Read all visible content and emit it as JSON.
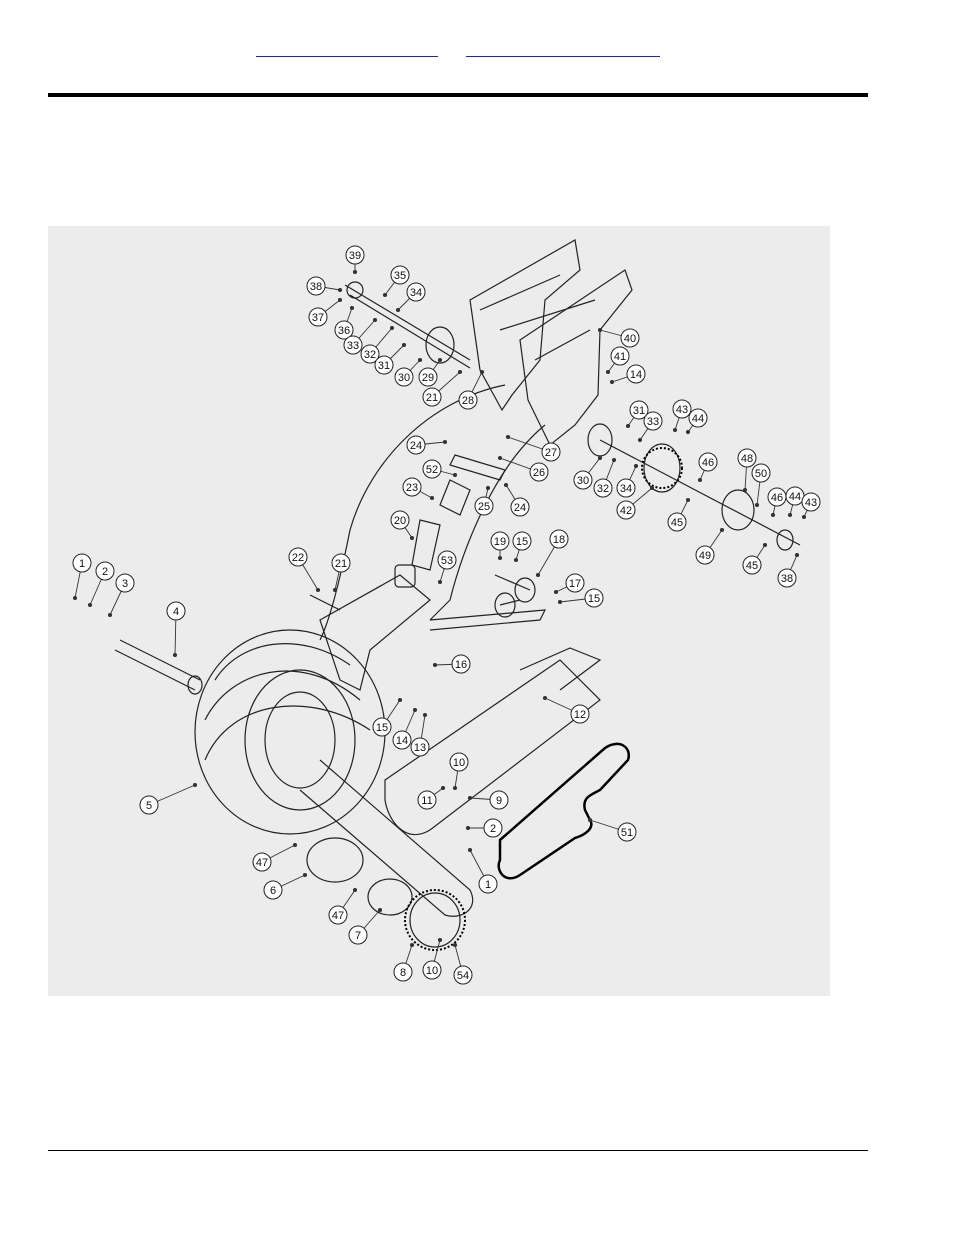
{
  "header": {
    "link_1": "",
    "link_2": ""
  },
  "diagram": {
    "callouts": [
      {
        "id": "c39",
        "label": "39"
      },
      {
        "id": "c35",
        "label": "35"
      },
      {
        "id": "c38a",
        "label": "38"
      },
      {
        "id": "c34a",
        "label": "34"
      },
      {
        "id": "c37",
        "label": "37"
      },
      {
        "id": "c36",
        "label": "36"
      },
      {
        "id": "c33a",
        "label": "33"
      },
      {
        "id": "c32a",
        "label": "32"
      },
      {
        "id": "c31a",
        "label": "31"
      },
      {
        "id": "c30a",
        "label": "30"
      },
      {
        "id": "c29",
        "label": "29"
      },
      {
        "id": "c21a",
        "label": "21"
      },
      {
        "id": "c28",
        "label": "28"
      },
      {
        "id": "c40",
        "label": "40"
      },
      {
        "id": "c41",
        "label": "41"
      },
      {
        "id": "c14a",
        "label": "14"
      },
      {
        "id": "c31b",
        "label": "31"
      },
      {
        "id": "c43a",
        "label": "43"
      },
      {
        "id": "c44a",
        "label": "44"
      },
      {
        "id": "c33b",
        "label": "33"
      },
      {
        "id": "c24a",
        "label": "24"
      },
      {
        "id": "c27",
        "label": "27"
      },
      {
        "id": "c26",
        "label": "26"
      },
      {
        "id": "c30b",
        "label": "30"
      },
      {
        "id": "c32b",
        "label": "32"
      },
      {
        "id": "c34b",
        "label": "34"
      },
      {
        "id": "c46a",
        "label": "46"
      },
      {
        "id": "c48",
        "label": "48"
      },
      {
        "id": "c50",
        "label": "50"
      },
      {
        "id": "c52",
        "label": "52"
      },
      {
        "id": "c23",
        "label": "23"
      },
      {
        "id": "c25",
        "label": "25"
      },
      {
        "id": "c24b",
        "label": "24"
      },
      {
        "id": "c42",
        "label": "42"
      },
      {
        "id": "c45a",
        "label": "45"
      },
      {
        "id": "c46b",
        "label": "46"
      },
      {
        "id": "c44b",
        "label": "44"
      },
      {
        "id": "c43b",
        "label": "43"
      },
      {
        "id": "c20",
        "label": "20"
      },
      {
        "id": "c49",
        "label": "49"
      },
      {
        "id": "c45b",
        "label": "45"
      },
      {
        "id": "c19",
        "label": "19"
      },
      {
        "id": "c15a",
        "label": "15"
      },
      {
        "id": "c18",
        "label": "18"
      },
      {
        "id": "c22",
        "label": "22"
      },
      {
        "id": "c21b",
        "label": "21"
      },
      {
        "id": "c53",
        "label": "53"
      },
      {
        "id": "c38b",
        "label": "38"
      },
      {
        "id": "c17",
        "label": "17"
      },
      {
        "id": "c1a",
        "label": "1"
      },
      {
        "id": "c2a",
        "label": "2"
      },
      {
        "id": "c3",
        "label": "3"
      },
      {
        "id": "c15b",
        "label": "15"
      },
      {
        "id": "c4",
        "label": "4"
      },
      {
        "id": "c16",
        "label": "16"
      },
      {
        "id": "c12",
        "label": "12"
      },
      {
        "id": "c15c",
        "label": "15"
      },
      {
        "id": "c14b",
        "label": "14"
      },
      {
        "id": "c13",
        "label": "13"
      },
      {
        "id": "c10a",
        "label": "10"
      },
      {
        "id": "c5",
        "label": "5"
      },
      {
        "id": "c11",
        "label": "11"
      },
      {
        "id": "c9",
        "label": "9"
      },
      {
        "id": "c51",
        "label": "51"
      },
      {
        "id": "c2b",
        "label": "2"
      },
      {
        "id": "c47a",
        "label": "47"
      },
      {
        "id": "c1b",
        "label": "1"
      },
      {
        "id": "c6",
        "label": "6"
      },
      {
        "id": "c47b",
        "label": "47"
      },
      {
        "id": "c7",
        "label": "7"
      },
      {
        "id": "c8",
        "label": "8"
      },
      {
        "id": "c10b",
        "label": "10"
      },
      {
        "id": "c54",
        "label": "54"
      }
    ]
  }
}
